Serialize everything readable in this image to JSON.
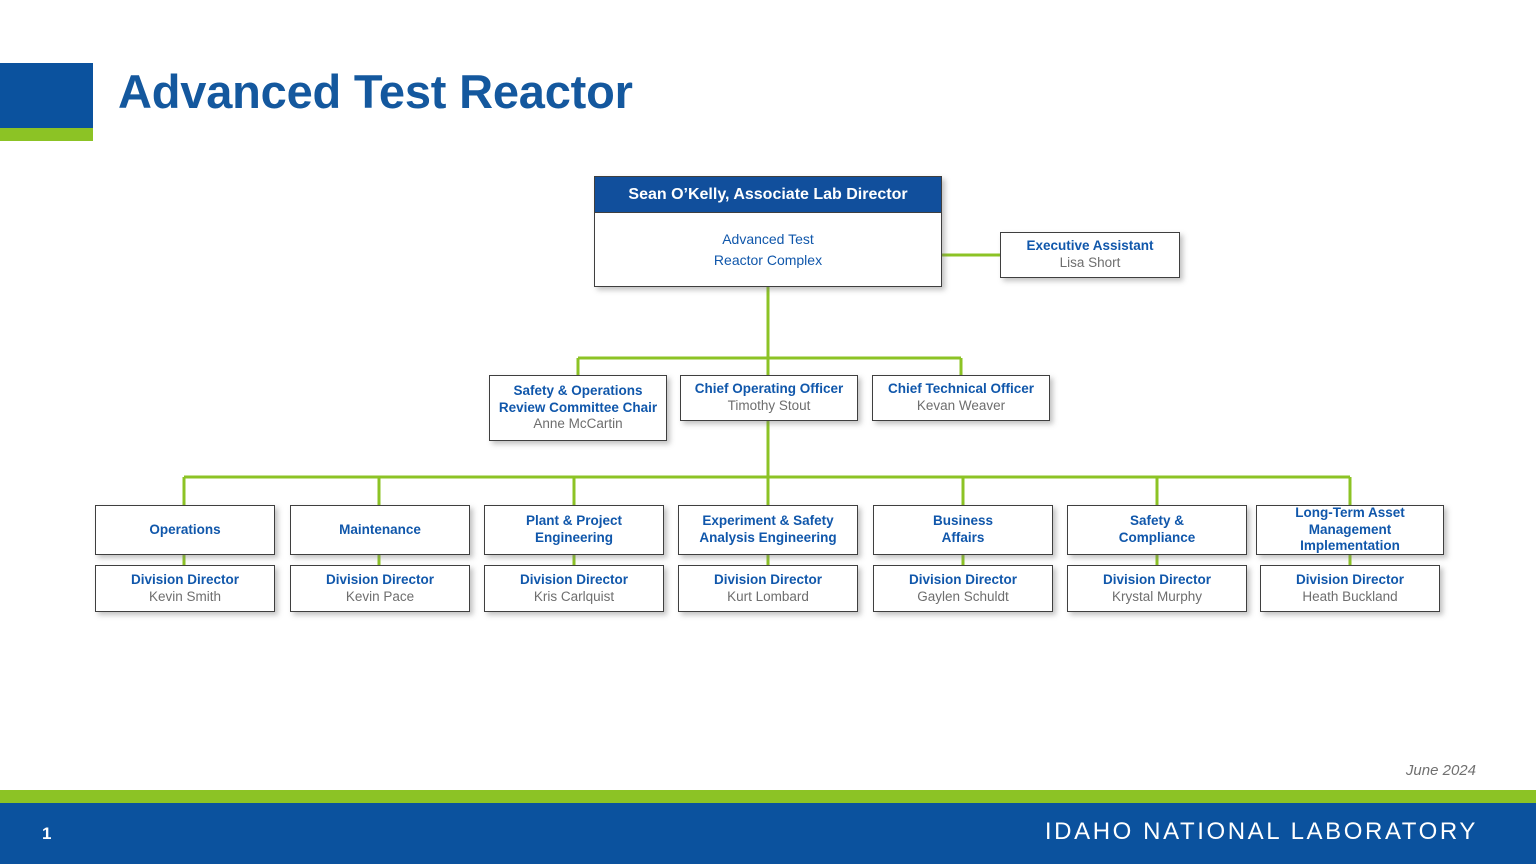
{
  "slide": {
    "title": "Advanced Test Reactor",
    "date": "June 2024",
    "page_number": "1",
    "organization": "IDAHO NATIONAL LABORATORY",
    "colors": {
      "brand_blue": "#0b529e",
      "header_blue": "#114f9c",
      "title_blue": "#14589e",
      "accent_green": "#8cc325",
      "connector_green": "#8cc325",
      "node_title_blue": "#1057ab",
      "node_person_gray": "#6e6e6e",
      "node_border": "#3f3f3f"
    }
  },
  "org": {
    "root": {
      "header": "Sean O’Kelly, Associate Lab Director",
      "body_line1": "Advanced Test",
      "body_line2": "Reactor Complex"
    },
    "assistant": {
      "title": "Executive Assistant",
      "person": "Lisa Short"
    },
    "officers": [
      {
        "title_line1": "Safety & Operations",
        "title_line2": "Review Committee Chair",
        "person": "Anne McCartin"
      },
      {
        "title_line1": "Chief Operating Officer",
        "title_line2": "",
        "person": "Timothy Stout"
      },
      {
        "title_line1": "Chief Technical Officer",
        "title_line2": "",
        "person": "Kevan Weaver"
      }
    ],
    "divisions": [
      {
        "name_line1": "Operations",
        "name_line2": "",
        "role": "Division Director",
        "person": "Kevin Smith"
      },
      {
        "name_line1": "Maintenance",
        "name_line2": "",
        "role": "Division Director",
        "person": "Kevin Pace"
      },
      {
        "name_line1": "Plant & Project",
        "name_line2": "Engineering",
        "role": "Division Director",
        "person": "Kris Carlquist"
      },
      {
        "name_line1": "Experiment & Safety",
        "name_line2": "Analysis Engineering",
        "role": "Division Director",
        "person": "Kurt Lombard"
      },
      {
        "name_line1": "Business",
        "name_line2": "Affairs",
        "role": "Division Director",
        "person": "Gaylen Schuldt"
      },
      {
        "name_line1": "Safety &",
        "name_line2": "Compliance",
        "role": "Division Director",
        "person": "Krystal Murphy"
      },
      {
        "name_line1": "Long-Term Asset",
        "name_line2": "Management Implementation",
        "role": "Division Director",
        "person": "Heath Buckland"
      }
    ]
  }
}
